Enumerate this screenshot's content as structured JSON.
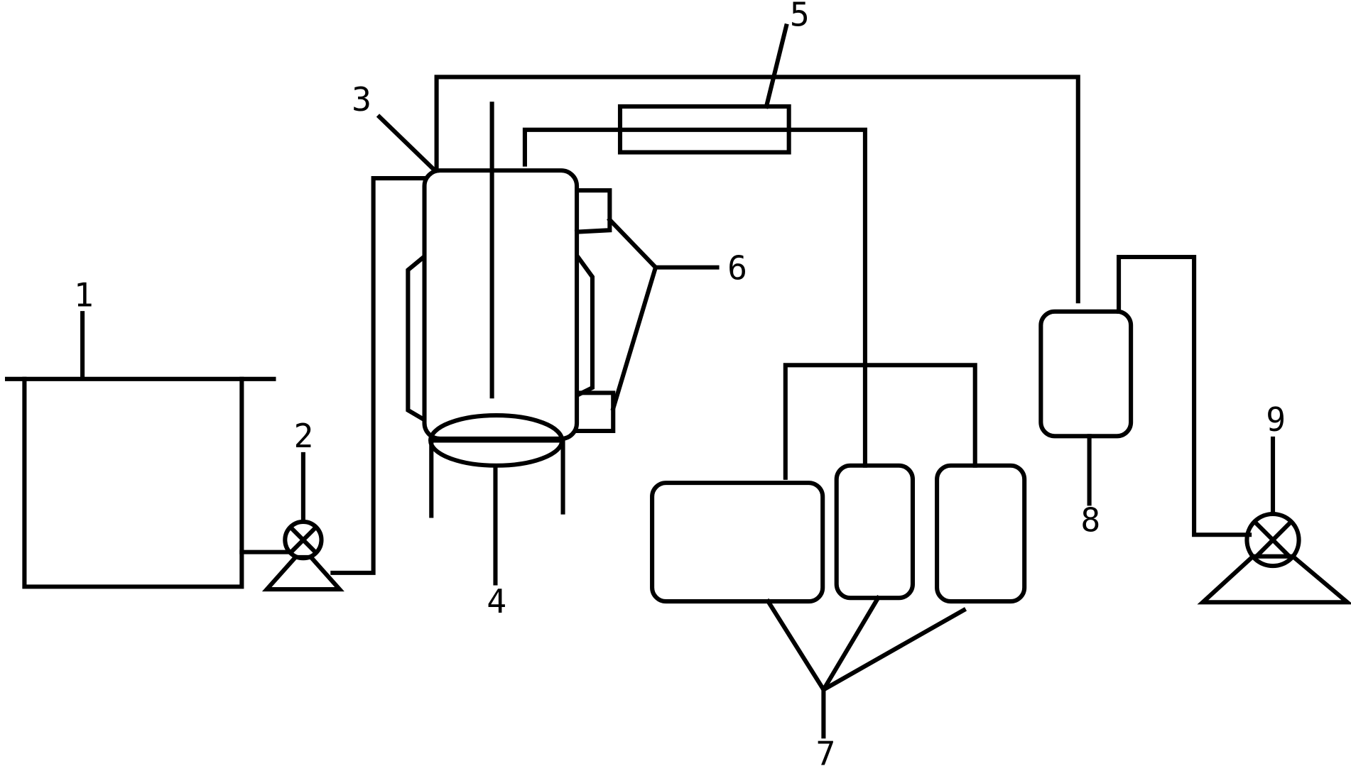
{
  "labels": {
    "n1": "1",
    "n2": "2",
    "n3": "3",
    "n4": "4",
    "n5": "5",
    "n6": "6",
    "n7": "7",
    "n8": "8",
    "n9": "9"
  },
  "colors": {
    "stroke": "#000000",
    "background": "#ffffff"
  }
}
